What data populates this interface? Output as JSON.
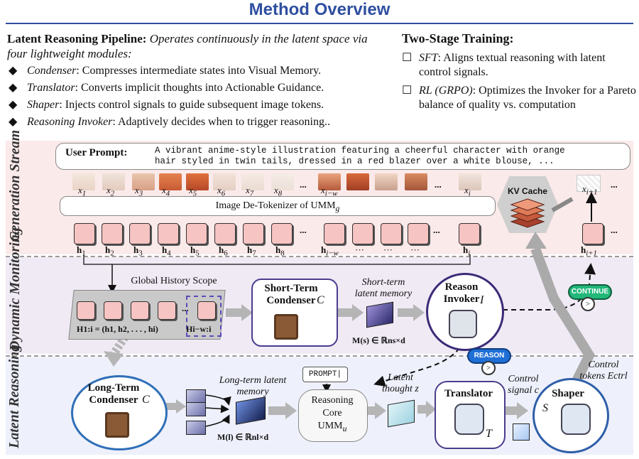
{
  "title": "Method Overview",
  "pipeline": {
    "heading": "Latent Reasoning Pipeline:",
    "subtitle": "Operates continuously in the latent space via four lightweight modules:",
    "bullets": [
      {
        "term": "Condenser",
        "text": ": Compresses intermediate states into Visual Memory."
      },
      {
        "term": "Translator",
        "text": ": Converts implicit thoughts into Actionable Guidance."
      },
      {
        "term": "Shaper",
        "text": ": Injects control signals to guide subsequent image tokens."
      },
      {
        "term": "Reasoning Invoker",
        "text": ": Adaptively decides when to trigger reasoning.."
      }
    ]
  },
  "training": {
    "heading": "Two-Stage Training:",
    "items": [
      {
        "term": "SFT",
        "text": ": Aligns textual reasoning with latent control signals."
      },
      {
        "term": "RL (GRPO)",
        "text": ": Optimizes the Invoker for a Pareto balance of quality vs. computation"
      }
    ]
  },
  "bands": {
    "generation": "Generation Stream",
    "monitoring": "Dynamic Monitoring",
    "latent": "Latent Reasoning"
  },
  "prompt": {
    "label": "User Prompt:",
    "text": "A vibrant anime-style illustration featuring a cheerful character with orange\nhair styled in twin tails, dressed in a red blazer over a white blouse, ..."
  },
  "image_tokens": [
    "x1",
    "x2",
    "x3",
    "x4",
    "x5",
    "x6",
    "x7",
    "x8",
    "...",
    "xi−w",
    "...",
    "...",
    "...",
    "xi"
  ],
  "image_token_labels": {
    "x1": "x",
    "x1s": "1",
    "x2": "x",
    "x2s": "2",
    "x3s": "3",
    "x4s": "4",
    "x5s": "5",
    "x6s": "6",
    "x7s": "7",
    "x8s": "8",
    "xiw": "i−w",
    "xi": "i"
  },
  "detokenizer": "Image De-Tokenizer of UMM",
  "detokenizer_sub": "g",
  "kv_cache": "KV Cache",
  "hidden": {
    "h": "h",
    "subs": [
      "1",
      "2",
      "3",
      "4",
      "5",
      "6",
      "7",
      "8"
    ],
    "iw": "i−w",
    "i": "i",
    "next": "i+1",
    "dots": "...",
    "ellipsis": "···"
  },
  "next_token": {
    "x": "x",
    "sub": "i+1"
  },
  "monitoring": {
    "global_scope": "Global History Scope",
    "history_formula": "H1:i = (h1, h2, . . . , hi)",
    "window_label": "Hi−w:i",
    "short_condenser": "Short-Term Condenser",
    "short_condenser_sym": "C",
    "short_memory": "Short-term latent memory",
    "short_memory_formula": "M(s) ∈ ℝns×d",
    "invoker": "Reason Invoker",
    "invoker_sym": "I",
    "continue": "CONTINUE",
    "reason": "REASON"
  },
  "latent": {
    "long_condenser": "Long-Term Condenser",
    "long_condenser_sym": "C",
    "long_memory": "Long-term latent memory",
    "long_memory_formula": "M(l) ∈ ℝnl×d",
    "prompt_tag": "PROMPT|",
    "core_line1": "Reasoning",
    "core_line2": "Core",
    "core_line3": "UMM",
    "core_sub": "u",
    "thought": "Latent thought z",
    "translator": "Translator",
    "translator_sym": "T",
    "control_signal": "Control signal c",
    "shaper": "Shaper",
    "shaper_sym": "S",
    "control_tokens": "Control tokens Ectrl"
  },
  "colors": {
    "title": "#2f4fa0",
    "token": "#f6c4c2",
    "continue": "#22b87a",
    "gen_band": "#fbeaea",
    "dyn_band": "#f0eaf5",
    "lat_band": "#eef0fb"
  }
}
